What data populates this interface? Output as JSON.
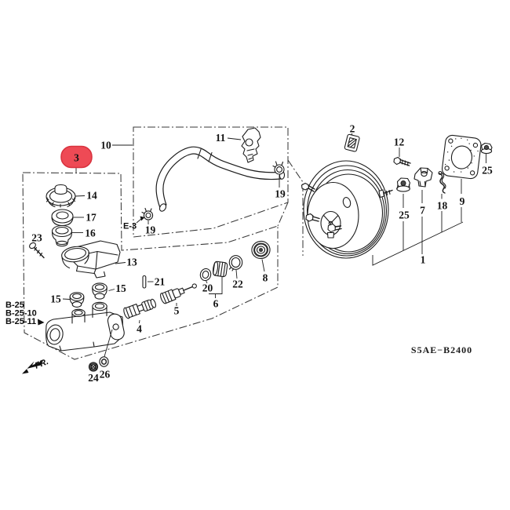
{
  "diagram": {
    "code": "S5AE−B2400",
    "highlight": {
      "label": "3",
      "fill": "#ee4a55",
      "stroke": "#d8323e",
      "text_color": "#9e2028"
    },
    "ref_labels": {
      "b25": "B-25",
      "b25_10": "B-25-10",
      "b25_11": "B-25-11",
      "e3": "E-3",
      "fr": "FR."
    },
    "part_labels": {
      "p1": "1",
      "p2": "2",
      "p4": "4",
      "p5": "5",
      "p6": "6",
      "p7": "7",
      "p8": "8",
      "p9": "9",
      "p10": "10",
      "p11": "11",
      "p12": "12",
      "p13": "13",
      "p14": "14",
      "p15a": "15",
      "p15b": "15",
      "p16": "16",
      "p17": "17",
      "p18": "18",
      "p19a": "19",
      "p19b": "19",
      "p20": "20",
      "p21": "21",
      "p22": "22",
      "p23": "23",
      "p24": "24",
      "p25a": "25",
      "p25b": "25",
      "p26": "26"
    }
  }
}
